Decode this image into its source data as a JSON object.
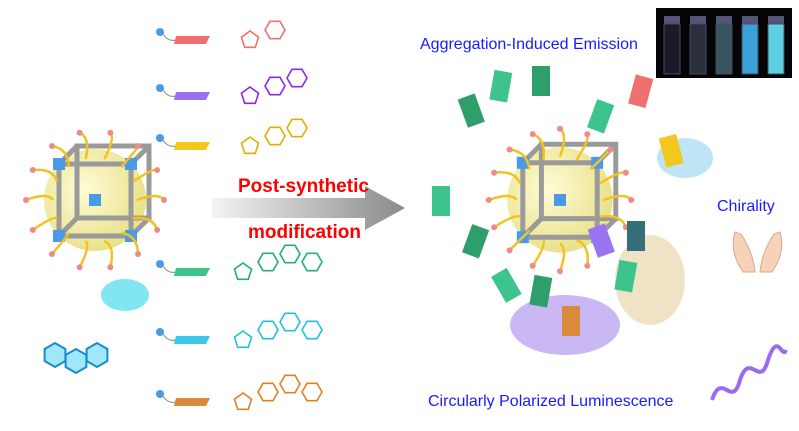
{
  "process": {
    "line1": "Post-synthetic",
    "line2": "modification"
  },
  "properties": {
    "aie": "Aggregation-Induced Emission",
    "chirality": "Chirality",
    "cpl": "Circularly Polarized Luminescence"
  },
  "colors": {
    "process_text": "#ff0000",
    "property_text": "#1a1aff",
    "linker_bars": [
      "#f07070",
      "#9b72f0",
      "#f2c81e",
      "#3cc48c",
      "#3cc8e8",
      "#d98a3a"
    ],
    "molecule_strokes": [
      "#f07070",
      "#8a2be2",
      "#e0b000",
      "#20b070",
      "#20c0e0",
      "#e08020"
    ],
    "vials": [
      "#1a1a2a",
      "#2a3040",
      "#3a5560",
      "#3aa0d8",
      "#5cd0e0"
    ]
  }
}
